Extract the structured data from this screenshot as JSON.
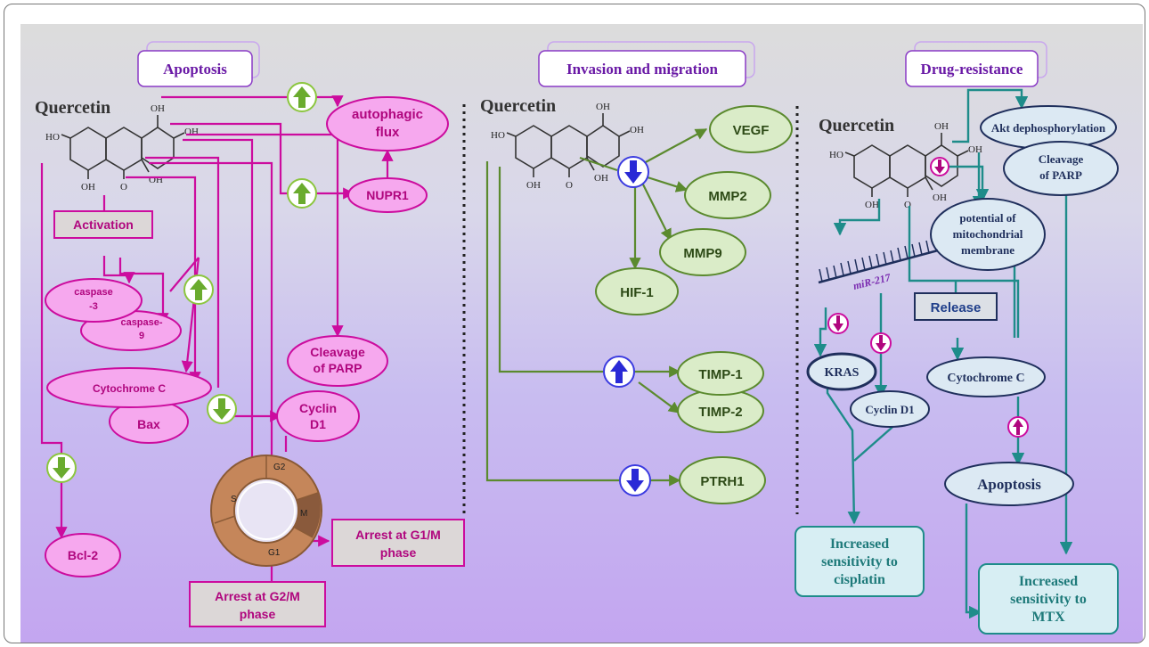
{
  "sections": {
    "apoptosis": "Apoptosis",
    "invasion": "Invasion  and migration",
    "drug": "Drug-resistance"
  },
  "molecule": {
    "name": "Quercetin",
    "oh": "OH",
    "ho": "HO",
    "o": "O"
  },
  "apoptosis": {
    "autophagic_1": "autophagic",
    "autophagic_2": "flux",
    "nupr1": "NUPR1",
    "activation": "Activation",
    "casp3_1": "caspase",
    "casp3_2": "-3",
    "casp9_1": "caspase-",
    "casp9_2": "9",
    "cleavage_1": "Cleavage",
    "cleavage_2": "of PARP",
    "cytochrome": "Cytochrome C",
    "bax": "Bax",
    "cyclin_1": "Cyclin",
    "cyclin_2": "D1",
    "bcl2": "Bcl-2",
    "arrest_g1m_1": "Arrest at G1/M",
    "arrest_g1m_2": "phase",
    "arrest_g2m_1": "Arrest at G2/M",
    "arrest_g2m_2": "phase",
    "phase_s": "S",
    "phase_g2": "G2",
    "phase_m": "M",
    "phase_g1": "G1"
  },
  "invasion": {
    "vegf": "VEGF",
    "mmp2": "MMP2",
    "mmp9": "MMP9",
    "hif1": "HIF-1",
    "timp1": "TIMP-1",
    "timp2": "TIMP-2",
    "ptrh1": "PTRH1"
  },
  "drug": {
    "akt": "Akt dephosphorylation",
    "cleavage_1": "Cleavage",
    "cleavage_2": "of PARP",
    "potential_1": "potential of",
    "potential_2": "mitochondrial",
    "potential_3": "membrane",
    "mir": "miR-217",
    "release": "Release",
    "kras": "KRAS",
    "cyclin": "Cyclin D1",
    "cytochrome": "Cytochrome  C",
    "apoptosis": "Apoptosis",
    "cis_1": "Increased",
    "cis_2": "sensitivity to",
    "cis_3": "cisplatin",
    "mtx_1": "Increased",
    "mtx_2": "sensitivity to",
    "mtx_3": "MTX"
  },
  "colors": {
    "magenta": "#cc0c9e",
    "pink_fill": "#f6a8ee",
    "green_line": "#5b8a2e",
    "green_fill": "#daecc8",
    "teal": "#1e8c8a",
    "navy": "#1f2f5c",
    "purple_text": "#6a1aa6"
  }
}
